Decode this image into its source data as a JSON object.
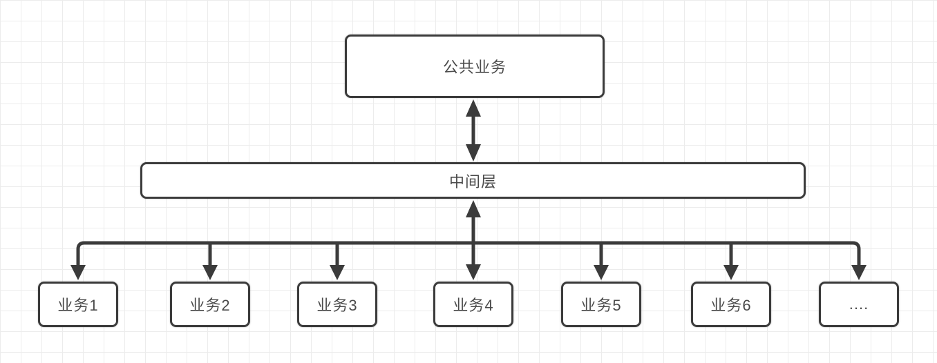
{
  "diagram": {
    "title": "layered-business-architecture",
    "top_node": {
      "label": "公共业务"
    },
    "middle_node": {
      "label": "中间层"
    },
    "bottom_nodes": [
      {
        "label": "业务1"
      },
      {
        "label": "业务2"
      },
      {
        "label": "业务3"
      },
      {
        "label": "业务4"
      },
      {
        "label": "业务5"
      },
      {
        "label": "业务6"
      },
      {
        "label": "...."
      }
    ],
    "connections": [
      {
        "from": "公共业务",
        "to": "中间层",
        "type": "double-arrow"
      },
      {
        "from": "中间层",
        "to": "业务4",
        "type": "double-arrow"
      },
      {
        "from": "中间层",
        "to": "业务1",
        "type": "arrow-down"
      },
      {
        "from": "中间层",
        "to": "业务2",
        "type": "arrow-down"
      },
      {
        "from": "中间层",
        "to": "业务3",
        "type": "arrow-down"
      },
      {
        "from": "中间层",
        "to": "业务5",
        "type": "arrow-down"
      },
      {
        "from": "中间层",
        "to": "业务6",
        "type": "arrow-down"
      },
      {
        "from": "中间层",
        "to": "....",
        "type": "arrow-down"
      }
    ]
  },
  "colors": {
    "stroke": "#3b3b3b",
    "text": "#4a4a4a",
    "node_fill": "#ffffff",
    "grid_line": "#ececec",
    "background": "#ffffff"
  }
}
